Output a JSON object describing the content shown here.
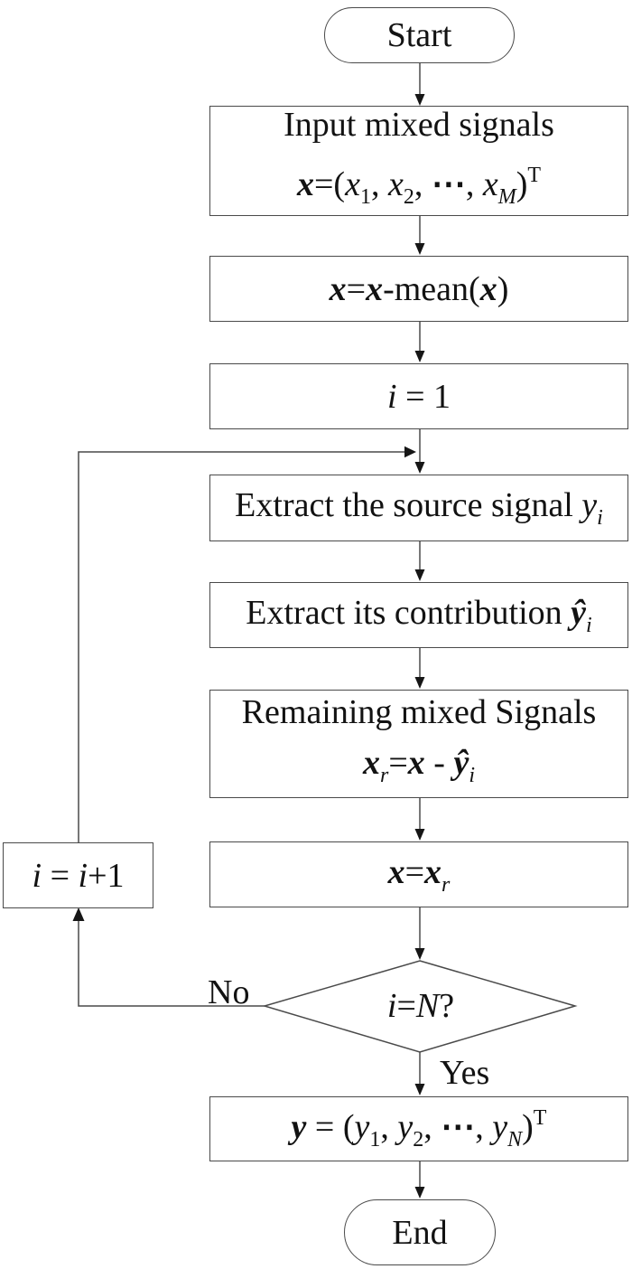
{
  "colors": {
    "background": "#ffffff",
    "line": "#4a4a4a",
    "arrowhead": "#161616",
    "text": "#121212"
  },
  "nodes": {
    "start": {
      "label": "Start"
    },
    "input": {
      "line1": "Input mixed signals",
      "x": "x",
      "open": "=(",
      "x1": "x",
      "sub1": "1",
      "sep1": ", ",
      "x2": "x",
      "sub2": "2",
      "sep2": ", ",
      "dots": "⋯",
      "sep3": ", ",
      "xm": "x",
      "subm": "M",
      "close": ")",
      "sup": "T"
    },
    "demean": {
      "x1": "x",
      "eq": "=",
      "x2": "x",
      "mean": "-mean(",
      "x3": "x",
      "close": ")"
    },
    "init": {
      "i": "i",
      "rest": " = 1"
    },
    "extract_source": {
      "text": "Extract the source signal ",
      "y": "y",
      "sub": "i"
    },
    "extract_contribution": {
      "text": "Extract its contribution ",
      "y": "ŷ",
      "sub": "i"
    },
    "remaining": {
      "line1": "Remaining mixed Signals",
      "xr": "x",
      "subr": "r",
      "eq": "=",
      "x": "x",
      "minus": " - ",
      "y": "ŷ",
      "subi": "i"
    },
    "assign": {
      "x1": "x",
      "eq": "=",
      "x2": "x",
      "subr": "r"
    },
    "increment": {
      "i1": "i",
      "eq": " = ",
      "i2": "i",
      "plus": "+1"
    },
    "decision": {
      "i": "i",
      "eq": " = ",
      "n": "N",
      "q": " ?"
    },
    "output": {
      "y": "y",
      "open": " = (",
      "y1": "y",
      "sub1": "1",
      "sep1": ", ",
      "y2": "y",
      "sub2": "2",
      "sep2": ", ",
      "dots": "⋯",
      "sep3": ", ",
      "yn": "y",
      "subn": "N",
      "close": ")",
      "sup": "T"
    },
    "end": {
      "label": "End"
    }
  },
  "edge_labels": {
    "no": "No",
    "yes": "Yes"
  }
}
